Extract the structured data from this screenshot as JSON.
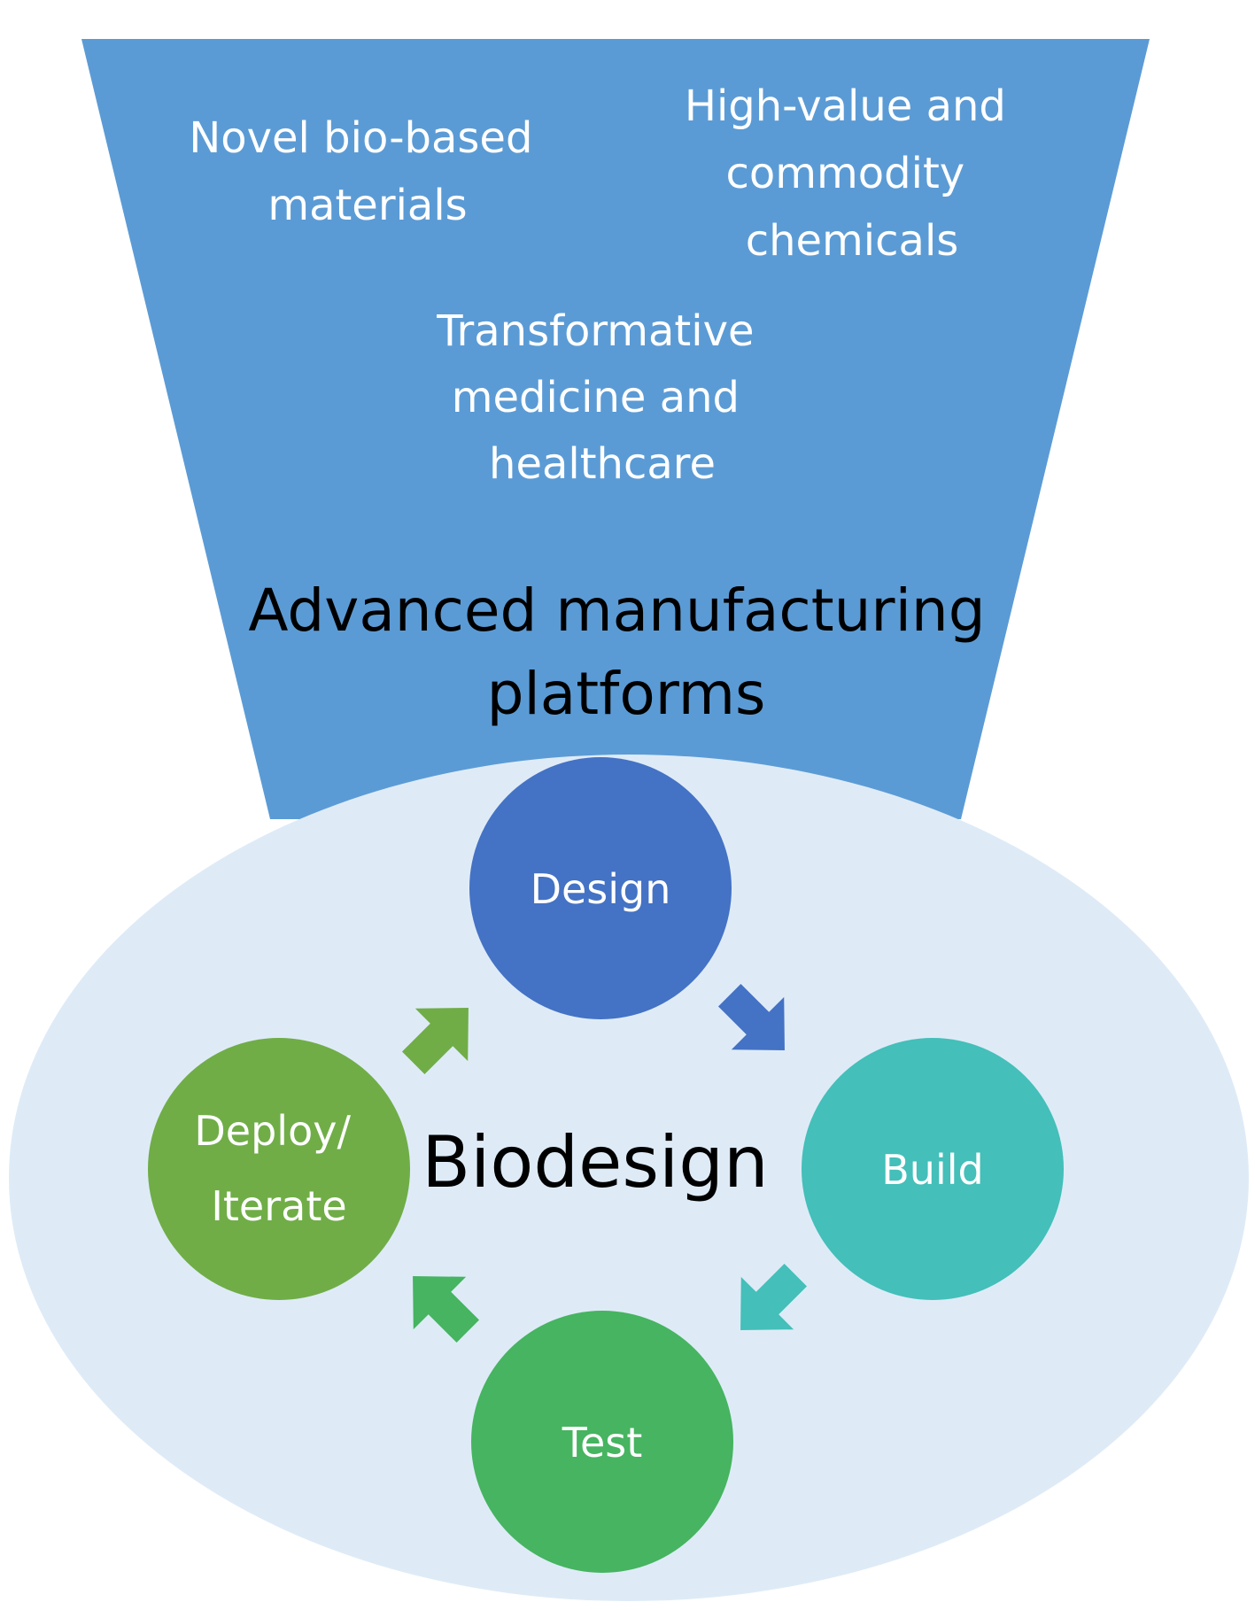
{
  "colors": {
    "funnel": "#5b9bd5",
    "ellipse": "#deebf7",
    "design": "#4472c4",
    "build": "#44bfb9",
    "test": "#46b460",
    "deploy": "#70ad47"
  },
  "funnel": {
    "materials": [
      "Novel bio-based",
      "materials"
    ],
    "chemicals": [
      "High-value and",
      "commodity",
      "chemicals"
    ],
    "medicine": [
      "Transformative",
      "medicine and",
      "healthcare"
    ],
    "platforms": [
      "Advanced manufacturing",
      "platforms"
    ]
  },
  "cycle": {
    "center": "Biodesign",
    "design": "Design",
    "build": "Build",
    "test": "Test",
    "deploy": [
      "Deploy/",
      "Iterate"
    ]
  }
}
